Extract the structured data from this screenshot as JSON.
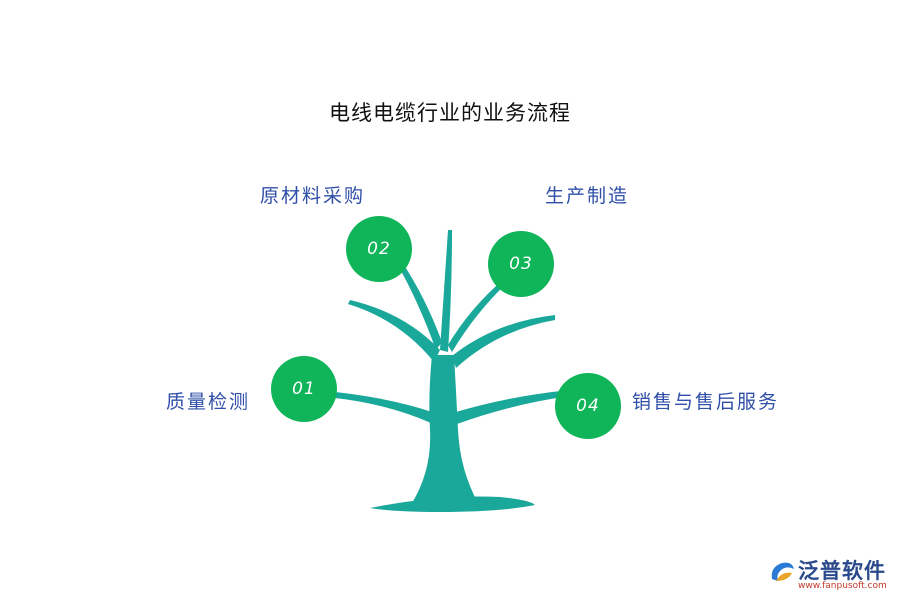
{
  "title": "电线电缆行业的业务流程",
  "steps": [
    {
      "number": "01",
      "label": "质量检测"
    },
    {
      "number": "02",
      "label": "原材料采购"
    },
    {
      "number": "03",
      "label": "生产制造"
    },
    {
      "number": "04",
      "label": "销售与售后服务"
    }
  ],
  "logo": {
    "name": "泛普软件",
    "url": "www.fanpusoft.com"
  },
  "colors": {
    "trunk": "#1aa89a",
    "node": "#10b55a",
    "label": "#2f4fa8"
  }
}
